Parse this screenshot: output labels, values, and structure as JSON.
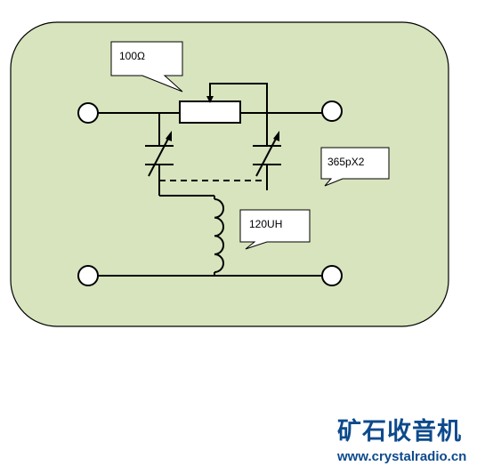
{
  "labels": {
    "resistor": "100Ω",
    "capacitor": "365pX2",
    "inductor": "120UH"
  },
  "watermark": {
    "brand_cn": "矿石收音机",
    "url": "www.crystalradio.cn"
  },
  "colors": {
    "panel_fill": "#d7e4bd",
    "panel_stroke": "#000000",
    "wire": "#000000",
    "callout_fill": "#ffffff",
    "brand": "#0d4a8c"
  },
  "icons": {
    "terminal": "open-circle-terminal",
    "variable_capacitor": "variable-capacitor-symbol",
    "potentiometer": "potentiometer-symbol",
    "inductor": "inductor-coil-symbol"
  }
}
